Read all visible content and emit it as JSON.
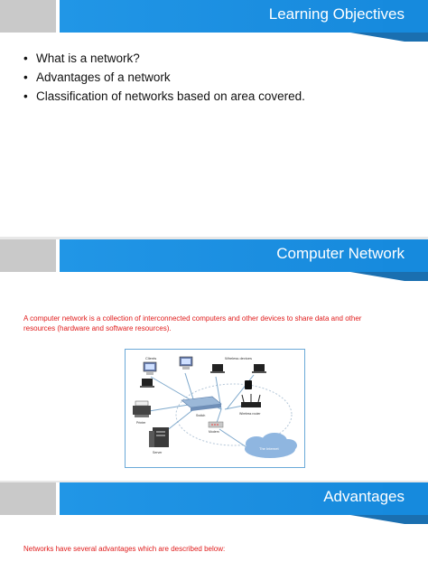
{
  "slide1": {
    "title": "Learning Objectives",
    "bullets": [
      "What is a network?",
      "Advantages of a network",
      "Classification of networks based on area covered."
    ]
  },
  "slide2": {
    "title": "Computer Network",
    "paragraph_line1": " A computer network is a collection of interconnected computers and other devices to share data and other",
    "paragraph_line2": "resources (hardware and software resources).",
    "diagram": {
      "labels": {
        "clients": "Clients",
        "wireless_devices": "Wireless devices",
        "switch": "Switch",
        "wireless_router": "Wireless router",
        "modem": "Modem",
        "printer": "Printer",
        "server": "Server",
        "internet": "The Internet"
      }
    }
  },
  "slide3": {
    "title": "Advantages",
    "paragraph": "Networks have several advantages which are described below:"
  },
  "colors": {
    "header_blue": "#1b8ee0",
    "header_gray": "#c9c9c9",
    "accent_red": "#e01b1b"
  },
  "icons": [
    "bullet-dot",
    "desktop-computer-icon",
    "laptop-icon",
    "tablet-icon",
    "printer-icon",
    "server-icon",
    "switch-icon",
    "router-icon",
    "modem-icon",
    "cloud-icon"
  ]
}
